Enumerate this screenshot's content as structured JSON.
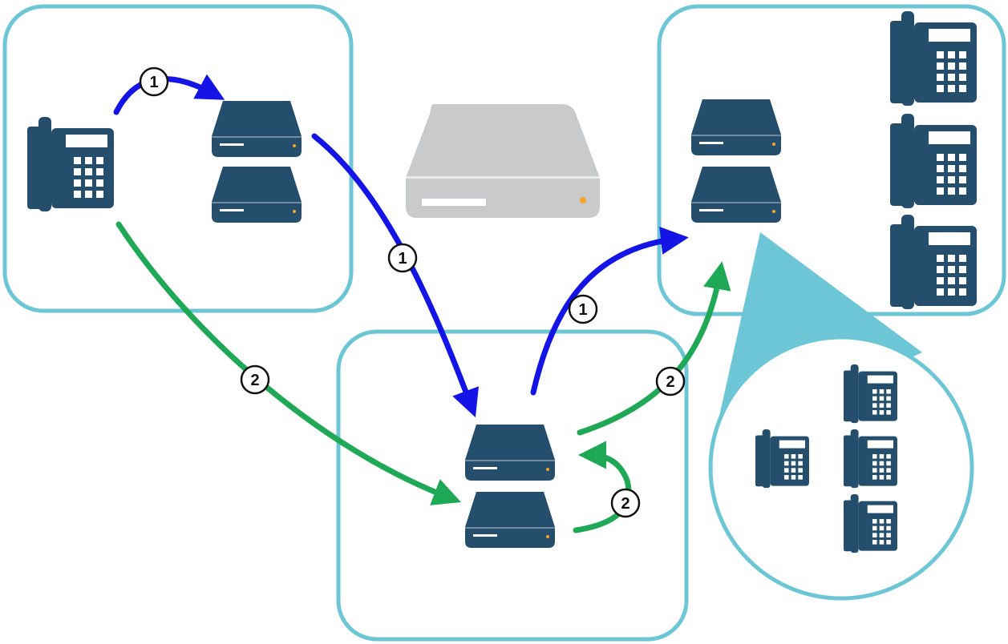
{
  "colors": {
    "frame": "#6cc6d6",
    "device": "#244e6c",
    "device_inactive": "#c9cacb",
    "indicator": "#f5a623",
    "path_1": "#1414e6",
    "path_2": "#1fa856",
    "background": "#ffffff"
  },
  "icons": [
    "desk-phone-icon",
    "server-icon"
  ],
  "paths": [
    {
      "step": "1",
      "color": "path_1"
    },
    {
      "step": "2",
      "color": "path_2"
    }
  ],
  "step_labels": [
    "1",
    "1",
    "1",
    "2",
    "2",
    "2"
  ]
}
